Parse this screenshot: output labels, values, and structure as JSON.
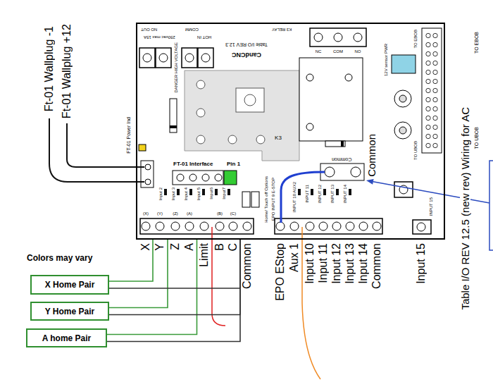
{
  "diagram": {
    "title": "Table I/O REV 12.5 (new rev) Wiring for AC",
    "nodes": [
      {
        "text": [
          "CandCNC",
          "Table I/O REV 12.3"
        ]
      },
      {
        "text": [
          "X Home Pair"
        ]
      },
      {
        "text": [
          "Y Home Pair"
        ]
      },
      {
        "text": [
          "A home Pair"
        ]
      }
    ],
    "edges": [
      {
        "from": 1,
        "to": 0,
        "arrow": "none"
      },
      {
        "from": 2,
        "to": 0,
        "arrow": "none"
      },
      {
        "from": 3,
        "to": 0,
        "arrow": "none"
      },
      {
        "from": 1,
        "to": 0,
        "arrow": "none"
      },
      {
        "from": 2,
        "to": 0,
        "arrow": "none"
      },
      {
        "from": 3,
        "to": 0,
        "arrow": "none"
      }
    ],
    "labels": [
      "Ft-01 Wallplug -1",
      "Ft-01 Wallplug +12",
      "FT-01 Power Ind",
      "NO OUT",
      "250vac max 15A",
      "COMM",
      "HOT IN",
      "DANGER HIGH VOLTAGE",
      "K3 RELAY",
      "NC",
      "COM",
      "NO",
      "12V sensor PWR",
      "TO EBOB",
      "TO UBOB",
      "K3",
      "FT-01 Interface",
      "Pin 1",
      "Input 2",
      "Input 3",
      "Input 4",
      "Input 5",
      "Input6",
      "Input7",
      "(X)",
      "(Y)",
      "(Z)",
      "(A)",
      "(B)",
      "(C)",
      "Home/ Touch off Options",
      "EPO INPUT 9 E-STOP",
      "INPUT 10 AUX2",
      "INPUT 11",
      "INPUT 12",
      "INPUT 13",
      "INPUT 14",
      "Common",
      "Common",
      "INPUT 15",
      "TO EBOB",
      "TO UBOB",
      "X",
      "Y",
      "Z",
      "A",
      "Limit",
      "B",
      "C",
      "Common",
      "EPO EStop",
      "Aux 1",
      "Input 10",
      "Input 11",
      "Input 12",
      "Input 13",
      "Input 14",
      "Common",
      "Input 15",
      "Colors may vary"
    ]
  }
}
